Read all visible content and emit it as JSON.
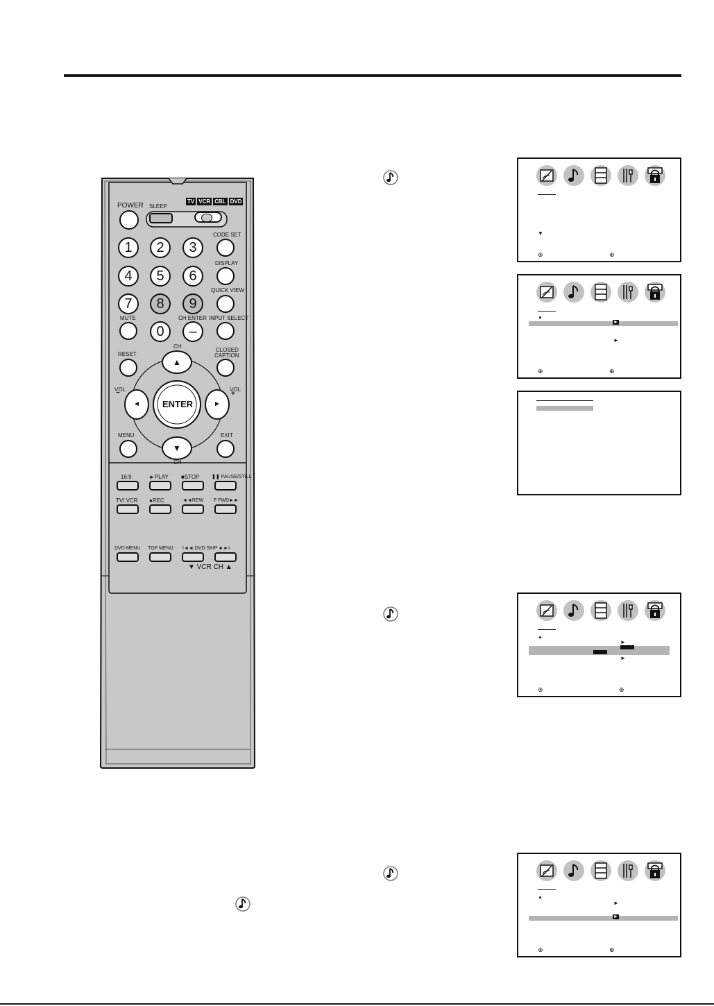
{
  "remote": {
    "power": "POWER",
    "sleep": "SLEEP",
    "modes": [
      "TV",
      "VCR",
      "CBL",
      "DVD"
    ],
    "code_set": "CODE SET",
    "display": "DISPLAY",
    "quick_view": "QUICK VIEW",
    "mute": "MUTE",
    "ch_enter": "CH ENTER",
    "input_select": "INPUT SELECT",
    "reset": "RESET",
    "closed_caption": [
      "CLOSED",
      "CAPTION"
    ],
    "ch": "CH",
    "vol": "VOL",
    "enter": "ENTER",
    "menu": "MENU",
    "exit": "EXIT",
    "digits": [
      "1",
      "2",
      "3",
      "4",
      "5",
      "6",
      "7",
      "8",
      "9",
      "0",
      "–"
    ],
    "ratio": "16:9",
    "play": "►PLAY",
    "stop": "■STOP",
    "pause": "❚❚ PAUSE/STILL",
    "tv_vcr": "TV/ VCR",
    "rec": "●REC",
    "rew": "◄◄REW",
    "ffwd": "F FWD►►",
    "dvd_menu": "DVD MENU",
    "top_menu": "TOP MENU",
    "dvd_skip": "I◄◄ DVD SKIP ►►I",
    "vcr_ch": "▼ VCR CH ▲"
  },
  "osd_icons": [
    "picture-icon",
    "audio-icon",
    "setup-icon",
    "tools-icon",
    "lock-icon"
  ],
  "colors": {
    "ink": "#111111",
    "remote_gray": "#c8c8c8",
    "panel_gray": "#b4b4b4"
  }
}
